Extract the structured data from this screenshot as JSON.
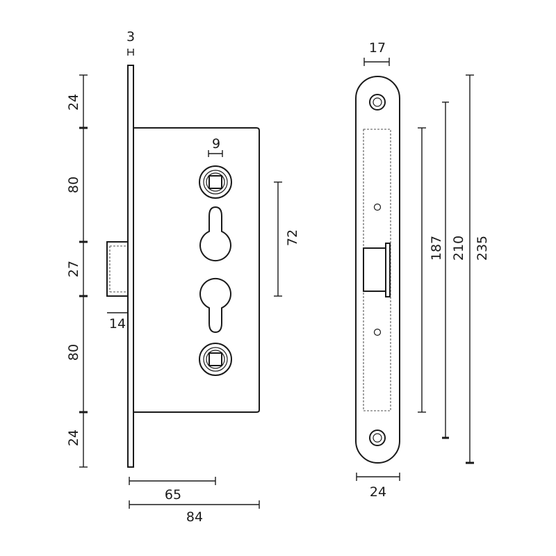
{
  "drawing": {
    "dimensions": {
      "faceplate_thickness": "3",
      "cylinder_hole": "9",
      "top_margin": "24",
      "upper_body": "80",
      "bolt_height": "27",
      "lower_body": "80",
      "bottom_margin": "24",
      "bolt_throw": "14",
      "cylinder_distance": "72",
      "backset": "65",
      "case_depth": "84",
      "front_plate_width_inner": "17",
      "front_plate_width": "24",
      "screw_spacing_inner": "187",
      "screw_spacing": "210",
      "front_plate_length": "235"
    }
  }
}
